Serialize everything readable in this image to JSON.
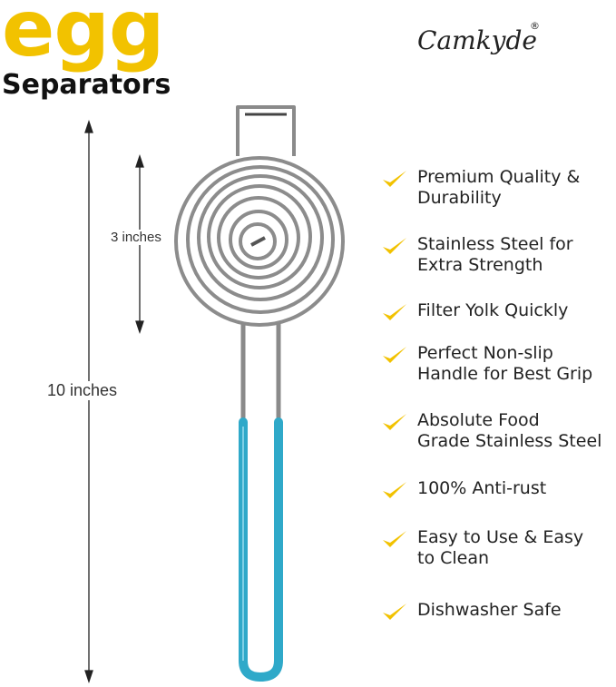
{
  "header": {
    "title_main": "egg",
    "title_sub": "Separators",
    "brand": "Camkyde",
    "brand_mark": "®"
  },
  "measurements": {
    "head_height": "3 inches",
    "total_length": "10 inches"
  },
  "product": {
    "handle_color": "#2fa9c9",
    "metal_color": "#8a8a8a",
    "image": "egg-separator-icon"
  },
  "colors": {
    "title_accent": "#f2c200",
    "check": "#f2c200"
  },
  "features": [
    {
      "text": "Premium Quality &\nDurability",
      "icon": "checkmark-icon"
    },
    {
      "text": "Stainless Steel for\nExtra Strength",
      "icon": "checkmark-icon"
    },
    {
      "text": "Filter Yolk Quickly",
      "icon": "checkmark-icon"
    },
    {
      "text": "Perfect  Non-slip\nHandle for Best Grip",
      "icon": "checkmark-icon"
    },
    {
      "text": "Absolute Food\nGrade Stainless Steel",
      "icon": "checkmark-icon"
    },
    {
      "text": "100% Anti-rust",
      "icon": "checkmark-icon"
    },
    {
      "text": "Easy to Use & Easy\nto Clean",
      "icon": "checkmark-icon"
    },
    {
      "text": "Dishwasher Safe",
      "icon": "checkmark-icon"
    }
  ]
}
